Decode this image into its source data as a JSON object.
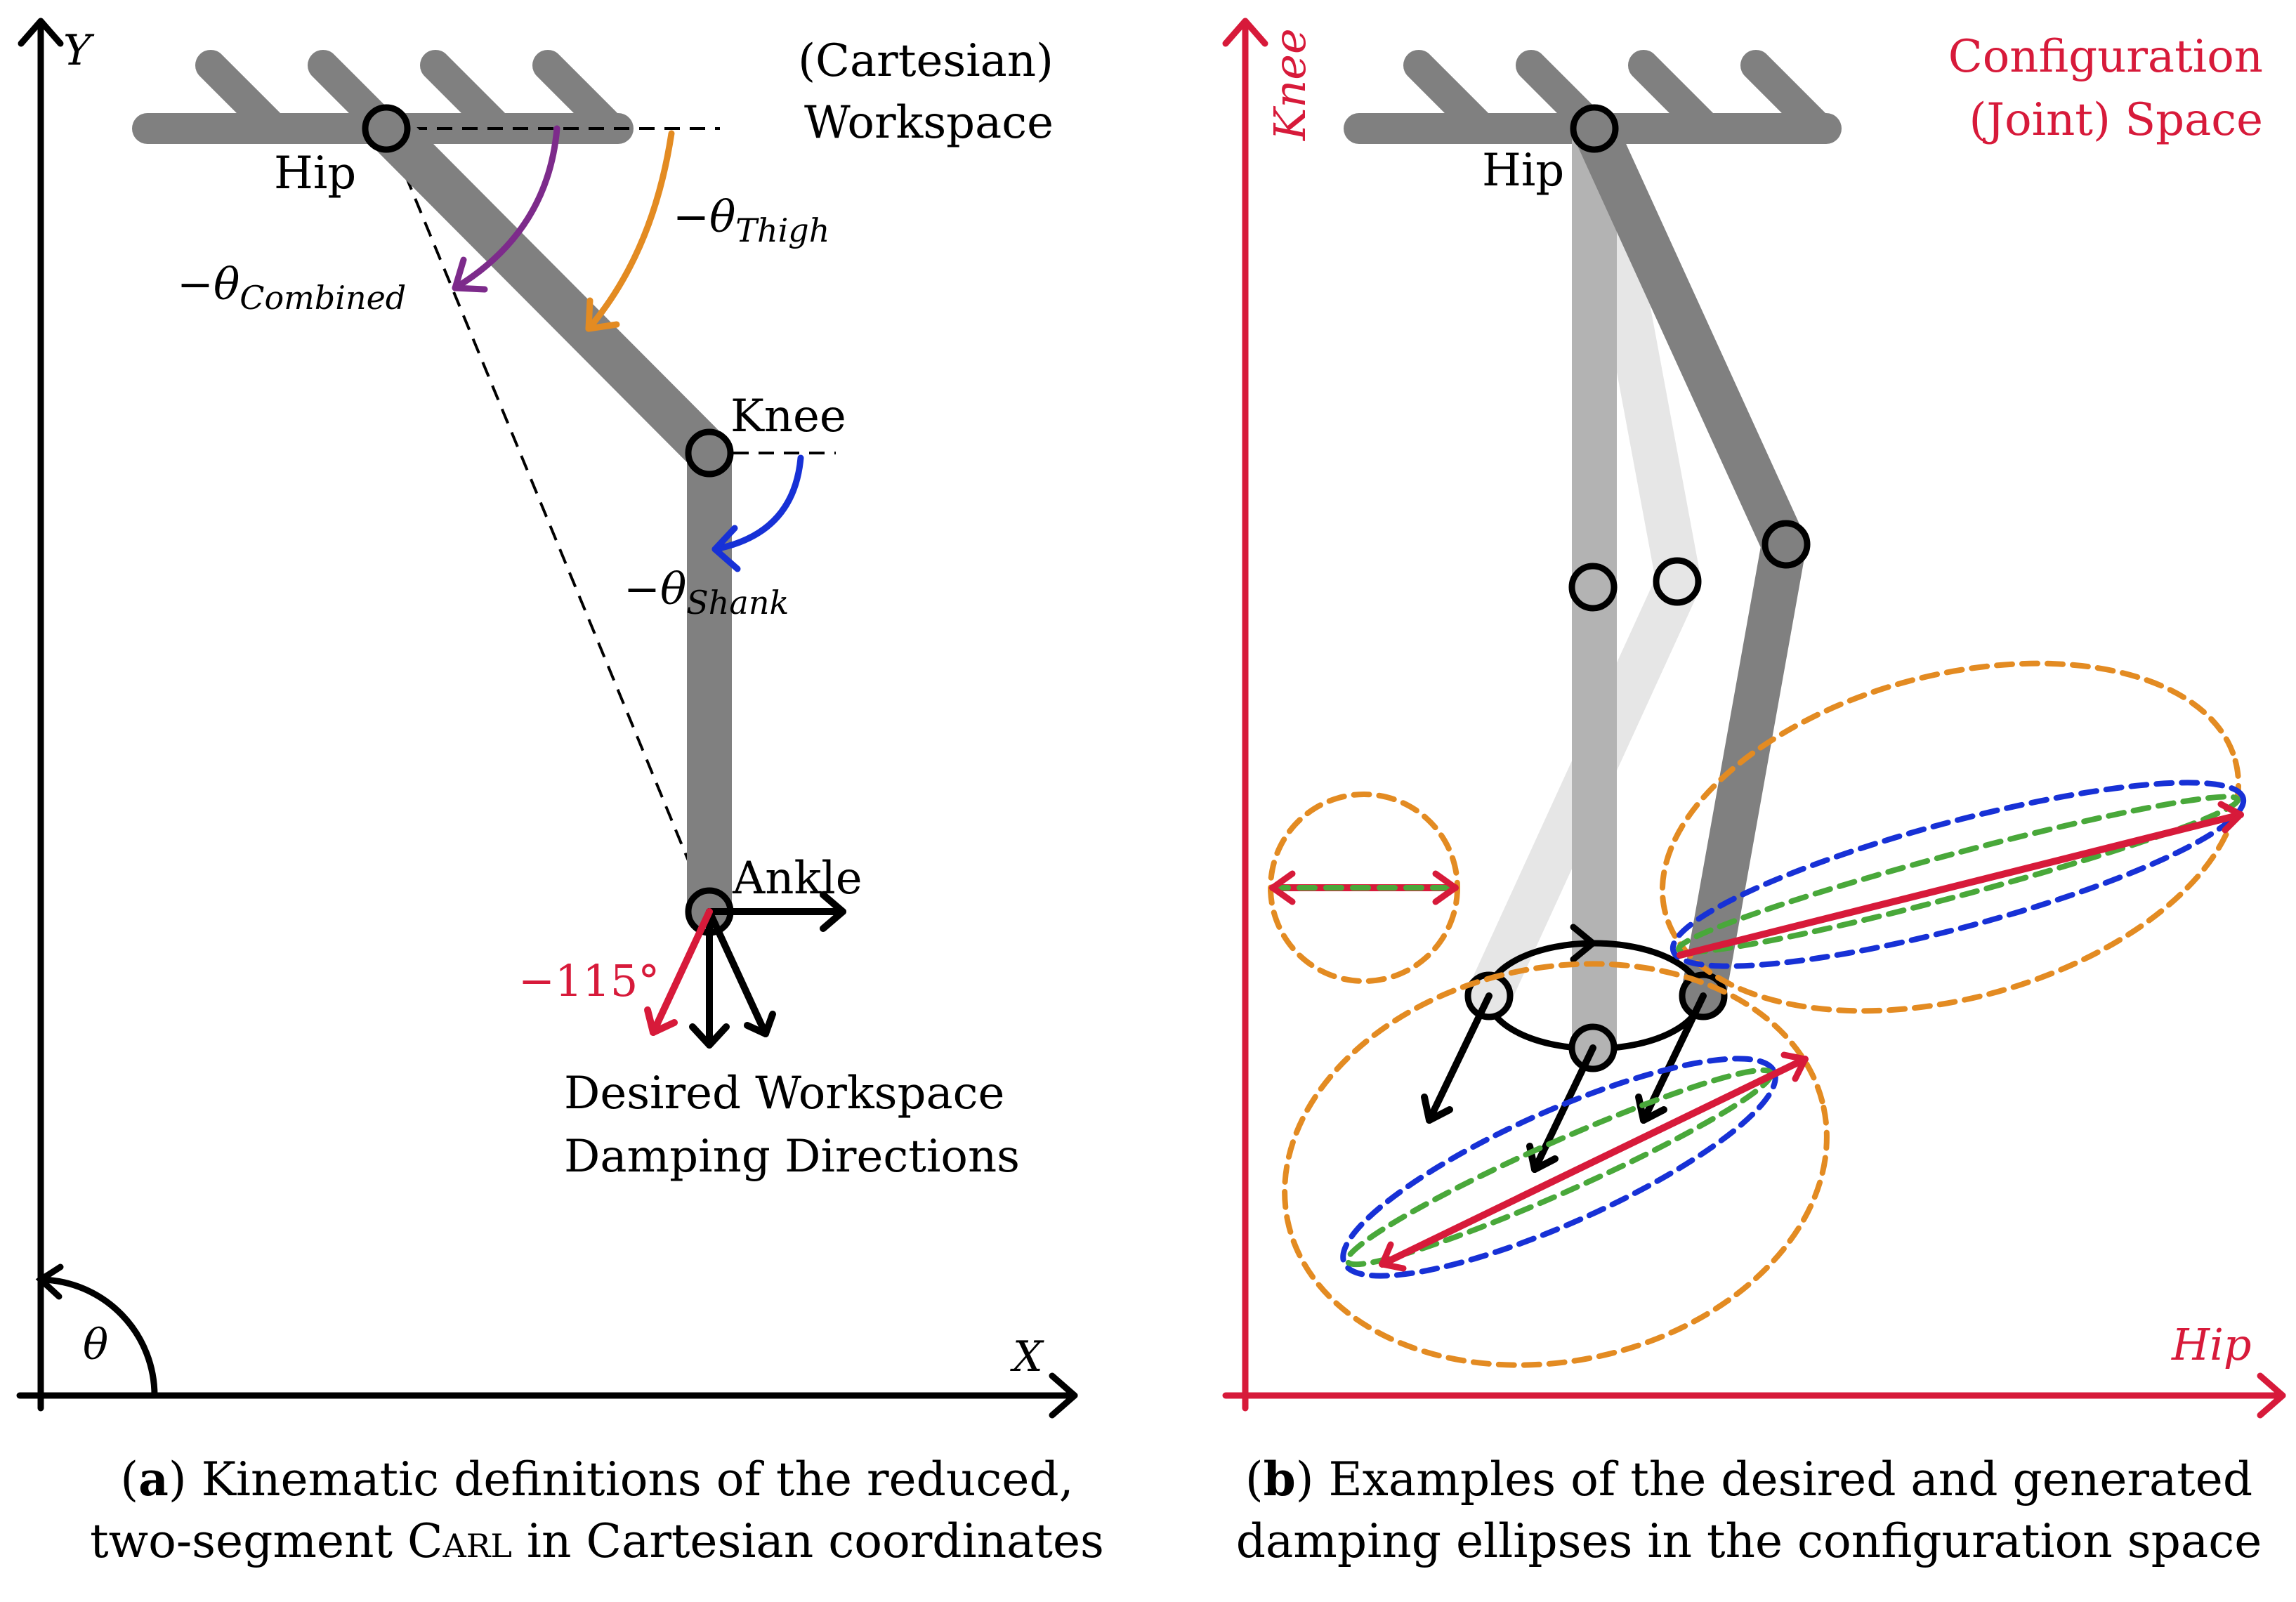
{
  "colors": {
    "segment": "#808080",
    "segment_light": "#b3b3b3",
    "segment_faint": "#e6e6e6",
    "red": "#d71a3a",
    "orange": "#e38b22",
    "purple": "#7d2b8b",
    "blue": "#1731d6",
    "green": "#49a83a"
  },
  "left": {
    "axis_y": "Y",
    "axis_x": "X",
    "theta": "θ",
    "title_line1": "(Cartesian)",
    "title_line2": "Workspace",
    "hip": "Hip",
    "knee": "Knee",
    "ankle": "Ankle",
    "theta_thigh_main": "−θ",
    "theta_thigh_sub": "Thigh",
    "theta_combined_main": "−θ",
    "theta_combined_sub": "Combined",
    "theta_shank_main": "−θ",
    "theta_shank_sub": "Shank",
    "angle_value": "−115°",
    "desired_line1": "Desired Workspace",
    "desired_line2": "Damping Directions"
  },
  "right": {
    "axis_y": "Knee",
    "axis_x": "Hip",
    "title_line1": "Configuration",
    "title_line2": "(Joint) Space",
    "hip": "Hip"
  },
  "captions": {
    "a_letter": "a",
    "a_line1": "Kinematic definitions of the reduced,",
    "a_line2_pre": "two-segment ",
    "a_line2_carl": "Carl",
    "a_line2_post": " in Cartesian coordinates",
    "b_letter": "b",
    "b_line1": "Examples of the desired and generated",
    "b_line2": "damping ellipses in the configuration space"
  }
}
